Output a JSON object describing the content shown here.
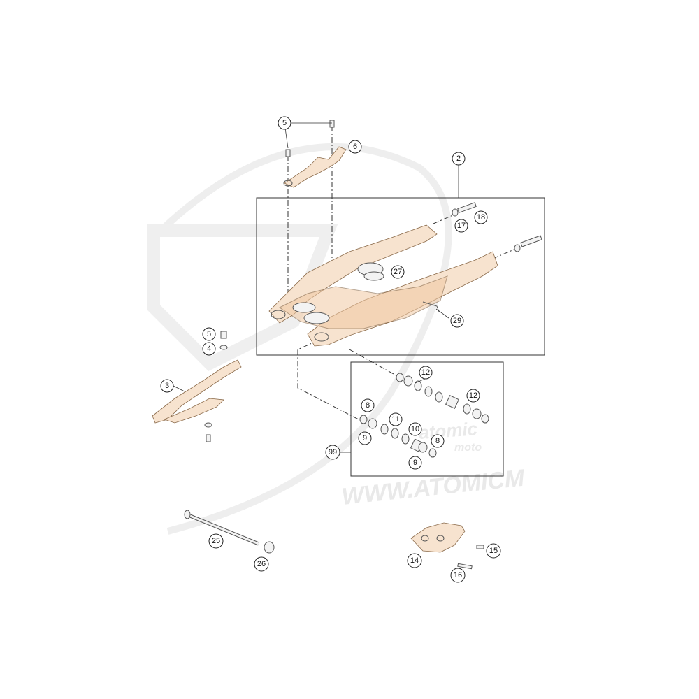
{
  "watermark": {
    "line1": "atomic",
    "line2": "moto",
    "url": "WWW.ATOMICM"
  },
  "callouts": [
    {
      "id": "c5a",
      "label": "5"
    },
    {
      "id": "c6",
      "label": "6"
    },
    {
      "id": "c2",
      "label": "2"
    },
    {
      "id": "c17",
      "label": "17"
    },
    {
      "id": "c18",
      "label": "18"
    },
    {
      "id": "c27",
      "label": "27"
    },
    {
      "id": "c29",
      "label": "29"
    },
    {
      "id": "c5b",
      "label": "5"
    },
    {
      "id": "c4",
      "label": "4"
    },
    {
      "id": "c3",
      "label": "3"
    },
    {
      "id": "c12a",
      "label": "12"
    },
    {
      "id": "c12b",
      "label": "12"
    },
    {
      "id": "c8a",
      "label": "8"
    },
    {
      "id": "c11",
      "label": "11"
    },
    {
      "id": "c9a",
      "label": "9"
    },
    {
      "id": "c10",
      "label": "10"
    },
    {
      "id": "c8b",
      "label": "8"
    },
    {
      "id": "c99",
      "label": "99"
    },
    {
      "id": "c9b",
      "label": "9"
    },
    {
      "id": "c25",
      "label": "25"
    },
    {
      "id": "c26",
      "label": "26"
    },
    {
      "id": "c14",
      "label": "14"
    },
    {
      "id": "c15",
      "label": "15"
    },
    {
      "id": "c16",
      "label": "16"
    }
  ]
}
